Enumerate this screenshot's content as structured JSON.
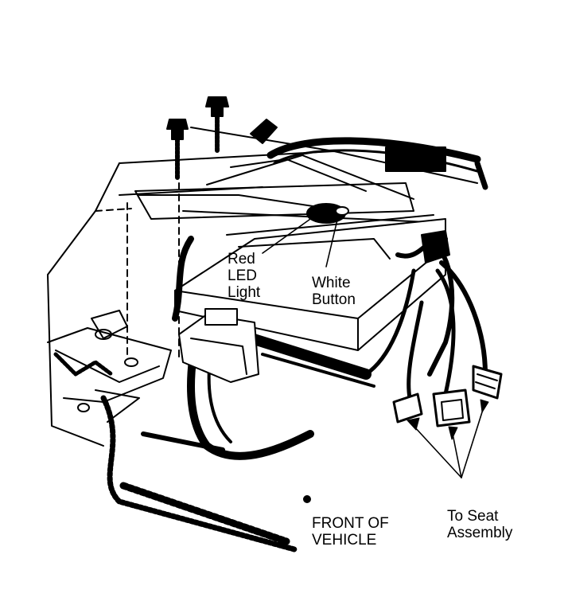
{
  "labels": {
    "red_led": "Red\nLED\nLight",
    "white_button": "White\nButton",
    "front_of_vehicle": "FRONT OF\nVEHICLE",
    "to_seat_assembly": "To Seat\nAssembly"
  },
  "colors": {
    "ink": "#000000",
    "paper": "#ffffff"
  },
  "icons": [
    "bolt-icon",
    "arrow-icon",
    "connector-icon"
  ]
}
